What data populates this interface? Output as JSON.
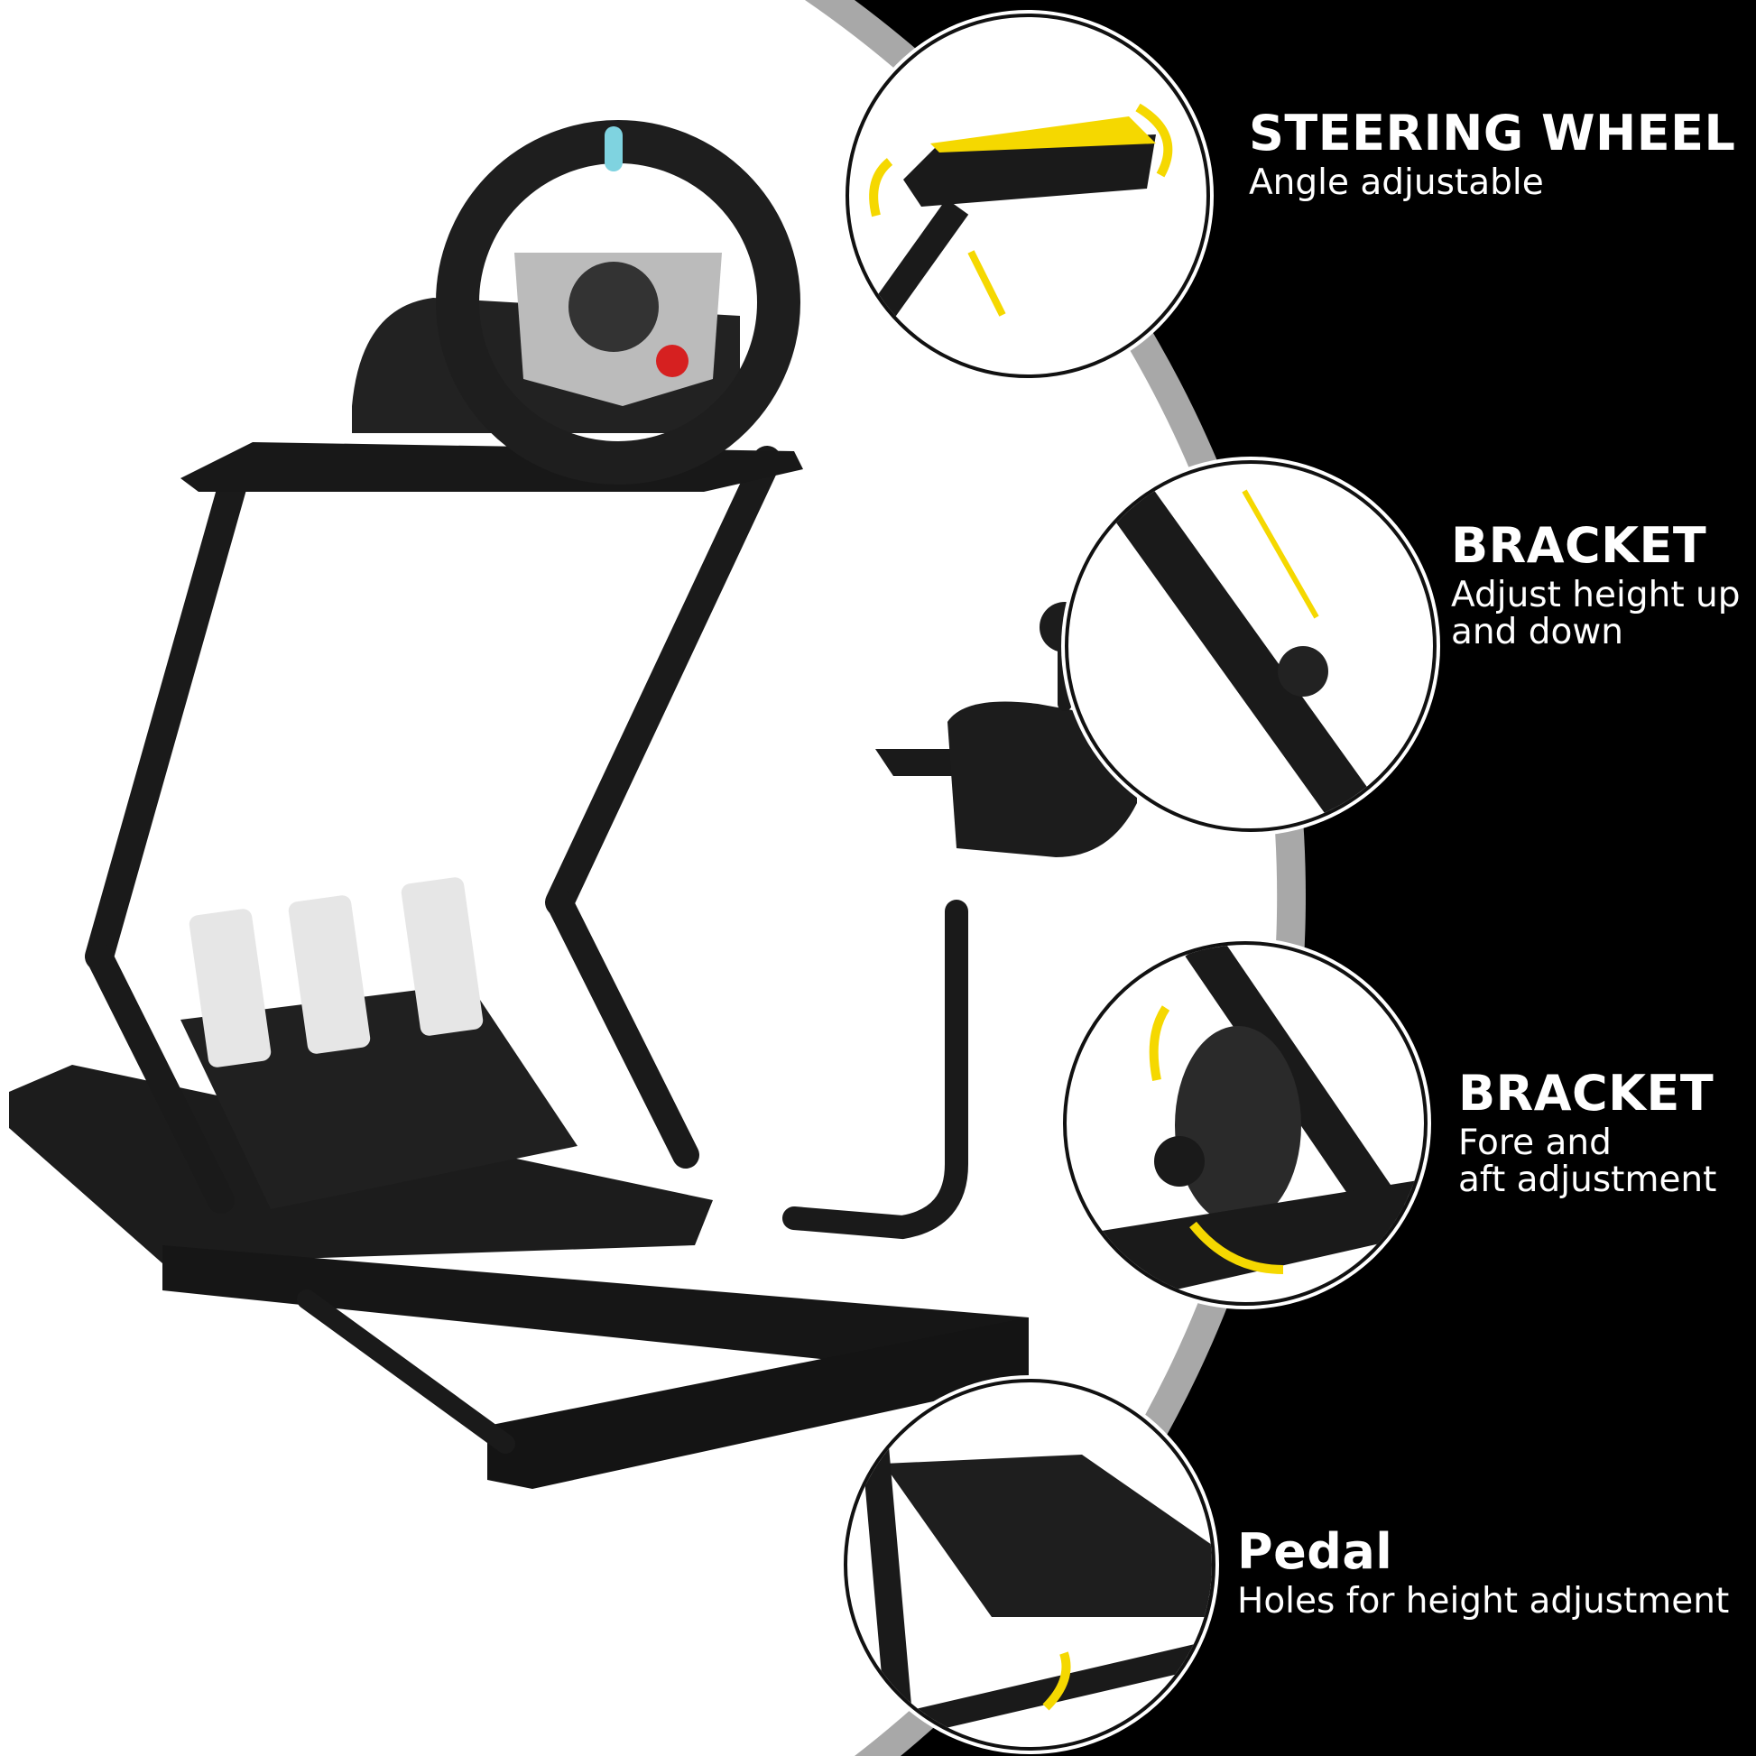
{
  "features": [
    {
      "title": "STEERING WHEEL",
      "subtitle": "Angle adjustable"
    },
    {
      "title": "BRACKET",
      "subtitle_lines": [
        "Adjust height up",
        "and down"
      ]
    },
    {
      "title": "BRACKET",
      "subtitle_lines": [
        "Fore and",
        "aft adjustment"
      ]
    },
    {
      "title": "Pedal",
      "subtitle": "Holes for height adjustment"
    }
  ],
  "colors": {
    "background": "#000000",
    "panel": "#ffffff",
    "ring": "#a8a8a8",
    "arrow": "#f5d800",
    "frame": "#1a1a1a"
  }
}
